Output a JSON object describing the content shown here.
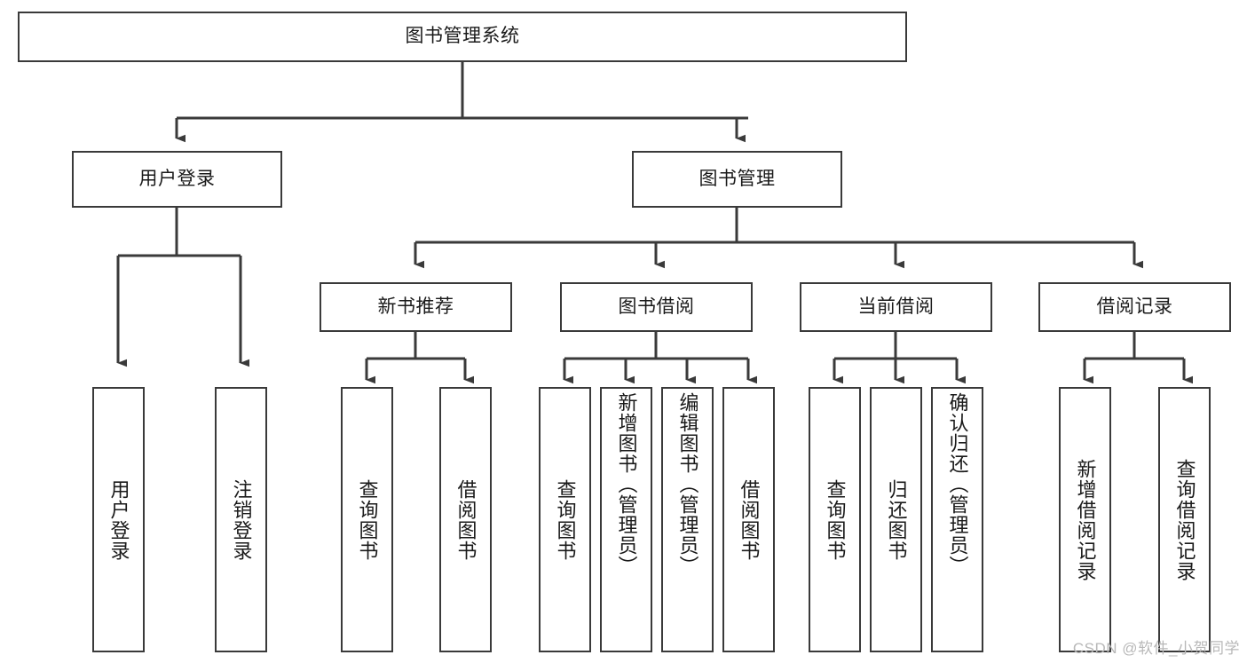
{
  "diagram": {
    "title": "图书管理系统",
    "type": "tree-hierarchy-chart",
    "background_color": "#ffffff",
    "line_color": "#3a3a3a",
    "text_color": "#1a1a1a",
    "watermark": "CSDN @软件_小贺同学",
    "levels": {
      "root": {
        "label": "图书管理系统"
      },
      "level2": [
        {
          "label": "用户登录"
        },
        {
          "label": "图书管理"
        }
      ],
      "level3": [
        {
          "label": "新书推荐"
        },
        {
          "label": "图书借阅"
        },
        {
          "label": "当前借阅"
        },
        {
          "label": "借阅记录"
        }
      ],
      "leaves": {
        "user_login": [
          {
            "label": "用户登录"
          },
          {
            "label": "注销登录"
          }
        ],
        "new_book_recommend": [
          {
            "label": "查询图书"
          },
          {
            "label": "借阅图书"
          }
        ],
        "book_borrow": [
          {
            "label": "查询图书"
          },
          {
            "label": "新增图书（管理员）"
          },
          {
            "label": "编辑图书（管理员）"
          },
          {
            "label": "借阅图书"
          }
        ],
        "current_borrow": [
          {
            "label": "查询图书"
          },
          {
            "label": "归还图书"
          },
          {
            "label": "确认归还（管理员）"
          }
        ],
        "borrow_records": [
          {
            "label": "新增借阅记录"
          },
          {
            "label": "查询借阅记录"
          }
        ]
      }
    }
  }
}
